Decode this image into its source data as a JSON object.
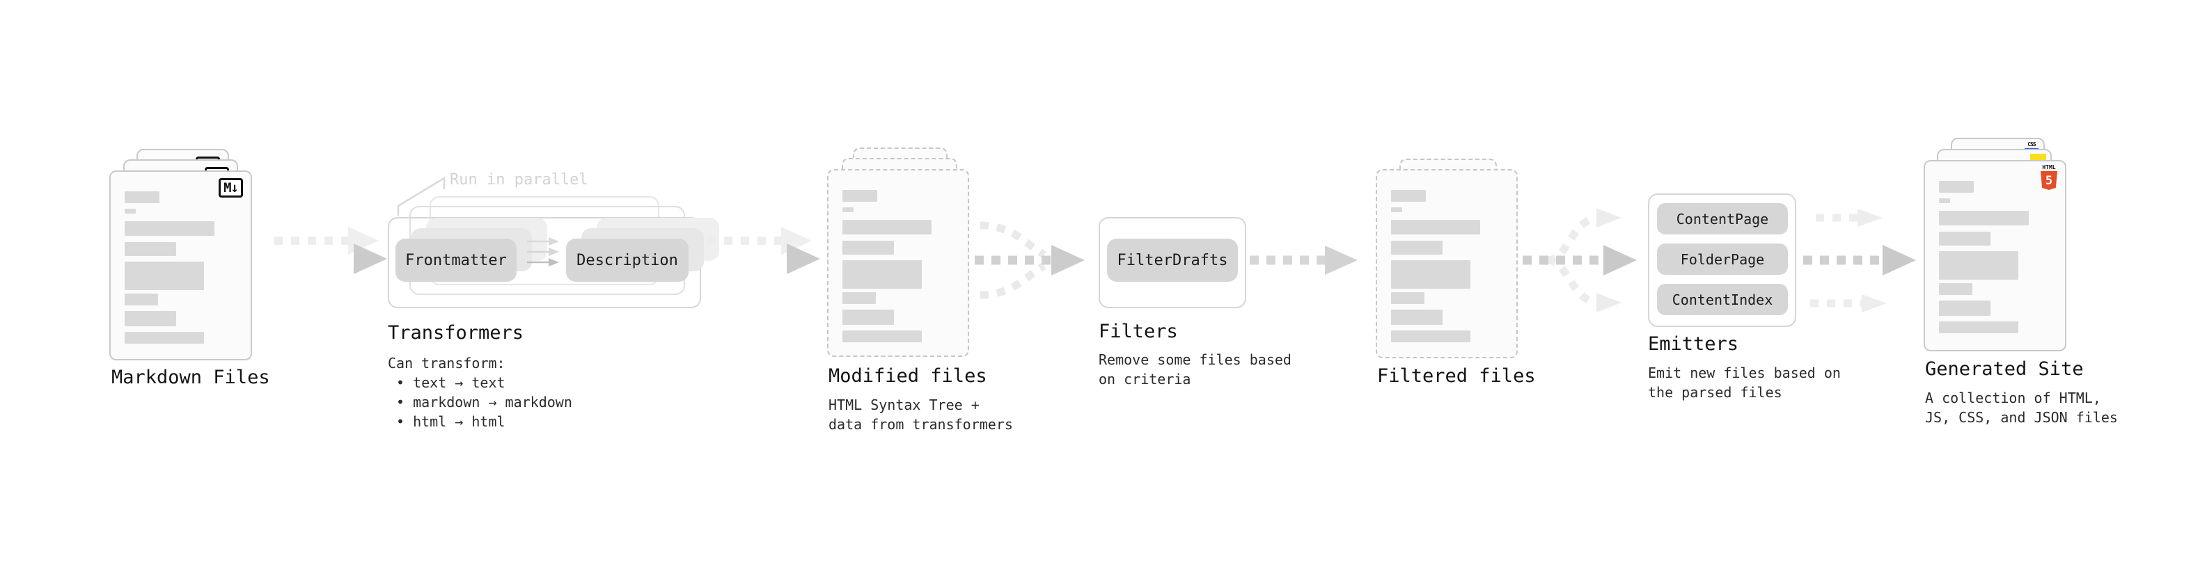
{
  "stages": {
    "markdown": {
      "label": "Markdown Files",
      "badge": "M↓"
    },
    "transformers": {
      "label": "Transformers",
      "note": "Run in parallel",
      "pill_left": "Frontmatter",
      "pill_right": "Description",
      "desc": "Can transform:",
      "bullets": [
        "• text → text",
        "• markdown → markdown",
        "• html → html"
      ]
    },
    "modified": {
      "label": "Modified files",
      "desc_lines": [
        "HTML Syntax Tree +",
        "data from transformers"
      ]
    },
    "filters": {
      "label": "Filters",
      "pill": "FilterDrafts",
      "desc_lines": [
        "Remove some files based",
        "on criteria"
      ]
    },
    "filtered": {
      "label": "Filtered files"
    },
    "emitters": {
      "label": "Emitters",
      "pills": [
        "ContentPage",
        "FolderPage",
        "ContentIndex"
      ],
      "desc_lines": [
        "Emit new files based on",
        "the parsed files"
      ]
    },
    "generated": {
      "label": "Generated Site",
      "desc_lines": [
        "A collection of HTML,",
        "JS, CSS, and JSON files"
      ],
      "badges": {
        "css": "CSS",
        "html_word": "HTML",
        "html_number": "5"
      }
    }
  },
  "colors": {
    "html5_orange": "#e44d26",
    "js_yellow": "#f7df1e",
    "css_blue": "#2962f1",
    "bar_gray": "#d9d9d9",
    "arrow_gray": "#cfcfcf",
    "note_gray": "#d2d2d2"
  }
}
